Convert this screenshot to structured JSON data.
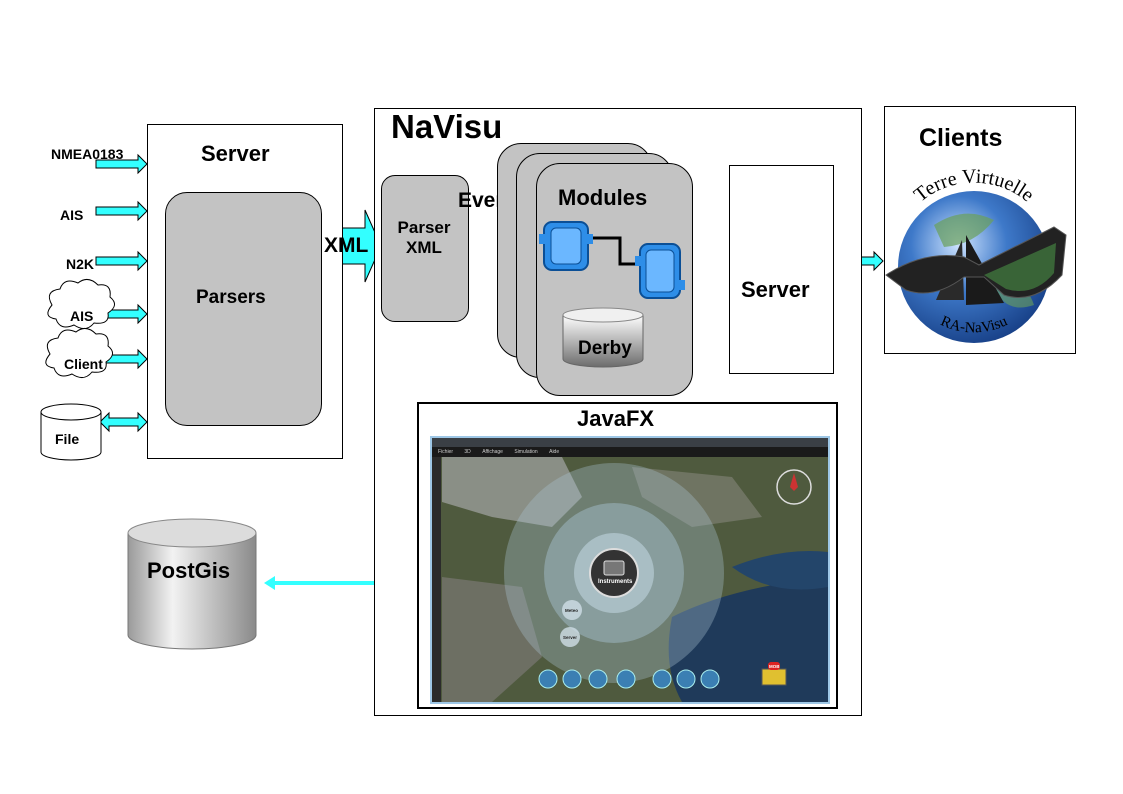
{
  "inputs": {
    "nmea": "NMEA0183",
    "ais": "AIS",
    "n2k": "N2K",
    "ais_cloud": "AIS",
    "client_cloud": "Client",
    "file": "File"
  },
  "server_left": {
    "title": "Server",
    "parsers": "Parsers"
  },
  "xml_arrow": "XML",
  "navisu": {
    "title": "NaVisu",
    "parser_xml": "Parser XML",
    "events": "Events",
    "modules": "Modules",
    "derby": "Derby",
    "server": "Server",
    "javafx": "JavaFX"
  },
  "clients": {
    "title": "Clients",
    "logo_top": "Terre Virtuelle",
    "logo_bottom": "RA-NaVisu"
  },
  "postgis": "PostGis",
  "colors": {
    "arrow": "#33ffff",
    "box_gray": "#c3c3c3",
    "module_blue": "#2e8ee8",
    "globe_blue": "#2b64b8"
  },
  "screenshot": {
    "menu": [
      "Fichier",
      "3D",
      "Affichage",
      "Simulation",
      "Aide"
    ],
    "hub_label": "Instruments",
    "ring_labels": [
      "Meteo",
      "Server"
    ],
    "mob": "MOB"
  }
}
